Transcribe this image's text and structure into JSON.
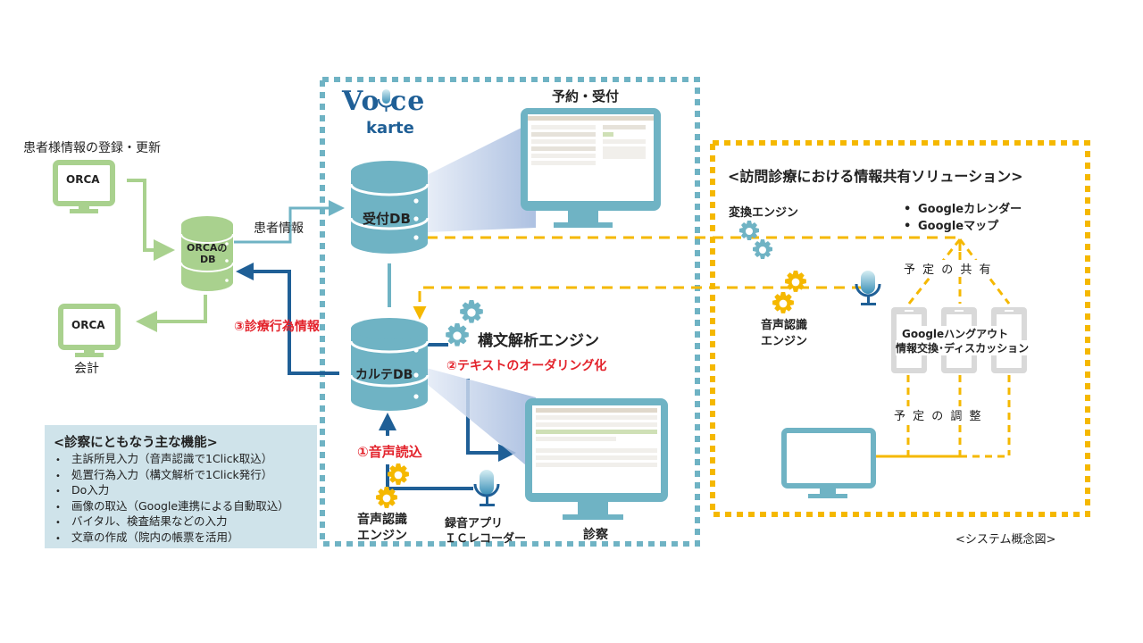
{
  "diagram": {
    "caption": "<システム概念図>",
    "colors": {
      "teal": "#6fb3c4",
      "navy": "#1f5f96",
      "green": "#a9d18e",
      "yellow": "#f5b800",
      "red": "#e3232c",
      "feature_bg": "#cfe3ea",
      "phone_gray": "#d9d9d9"
    },
    "left": {
      "register_label": "患者様情報の登録・更新",
      "orca_top_label": "ORCA",
      "orca_db_label_line1": "ORCAの",
      "orca_db_label_line2": "DB",
      "orca_bottom_label": "ORCA",
      "accounting_label": "会計",
      "patient_info_label": "患者情報",
      "medical_action_label": "③診療行為情報"
    },
    "voice_karte": {
      "logo_voice": "Vo ce",
      "logo_karte": "karte",
      "reception_title": "予約・受付",
      "reception_db": "受付DB",
      "karte_db": "カルテDB",
      "syntax_engine": "構文解析エンジン",
      "ordering_label": "②テキストのオーダリング化",
      "voice_read_label": "①音声読込",
      "voice_engine_line1": "音声認識",
      "voice_engine_line2": "エンジン",
      "rec_app_line1": "録音アプリ",
      "rec_app_line2": "ＩＣレコーダー",
      "exam_label": "診察"
    },
    "features": {
      "title": "<診察にともなう主な機能>",
      "items": [
        "主訴所見入力（音声認識で1Click取込）",
        "処置行為入力（構文解析で1Click発行）",
        "Do入力",
        "画像の取込（Google連携による自動取込）",
        "バイタル、検査結果などの入力",
        "文章の作成（院内の帳票を活用）"
      ]
    },
    "home_visit": {
      "title": "<訪問診療における情報共有ソリューション>",
      "convert_engine": "変換エンジン",
      "google_items": [
        "Googleカレンダー",
        "Googleマップ"
      ],
      "schedule_share": "予 定 の 共 有",
      "voice_engine_line1": "音声認識",
      "voice_engine_line2": "エンジン",
      "hangout_line1": "Googleハングアウト",
      "hangout_line2": "情報交換･ディスカッション",
      "schedule_adjust": "予 定 の 調 整"
    }
  }
}
